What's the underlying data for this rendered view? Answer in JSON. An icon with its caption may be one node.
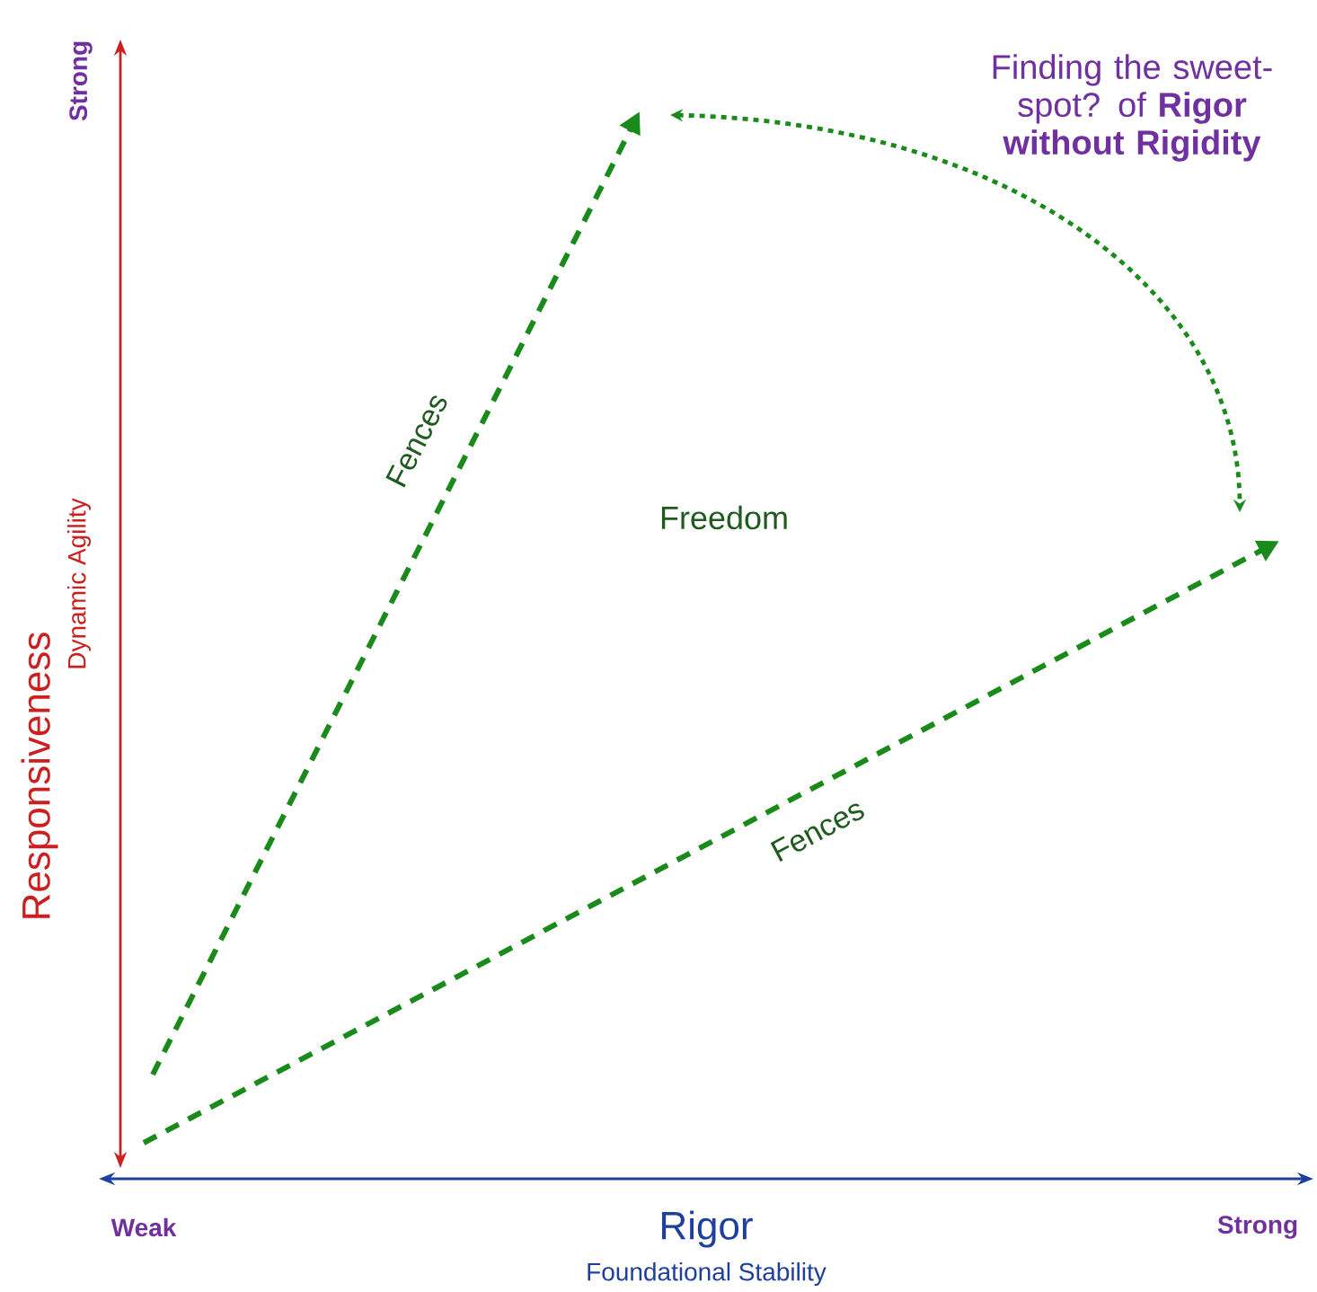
{
  "diagram": {
    "labels": [
      "Finding the sweet-spot? of **Rigor without Rigidity**",
      "Strong",
      "Fences",
      "Freedom",
      "Responsiveness",
      "Dynamic Agility",
      "Fences",
      "Weak",
      "Rigor",
      "Strong",
      "Foundational Stability"
    ]
  }
}
